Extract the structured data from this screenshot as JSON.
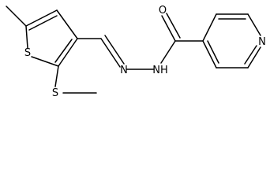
{
  "molecule": {
    "atoms": {
      "thiophene_s": "S",
      "thioether_s": "S",
      "imine_n": "N",
      "hydrazide_nh": "NH",
      "carbonyl_o": "O",
      "pyridine_n": "N"
    },
    "colors": {
      "bond": "#000000",
      "label": "#000000",
      "background": "#ffffff"
    }
  }
}
